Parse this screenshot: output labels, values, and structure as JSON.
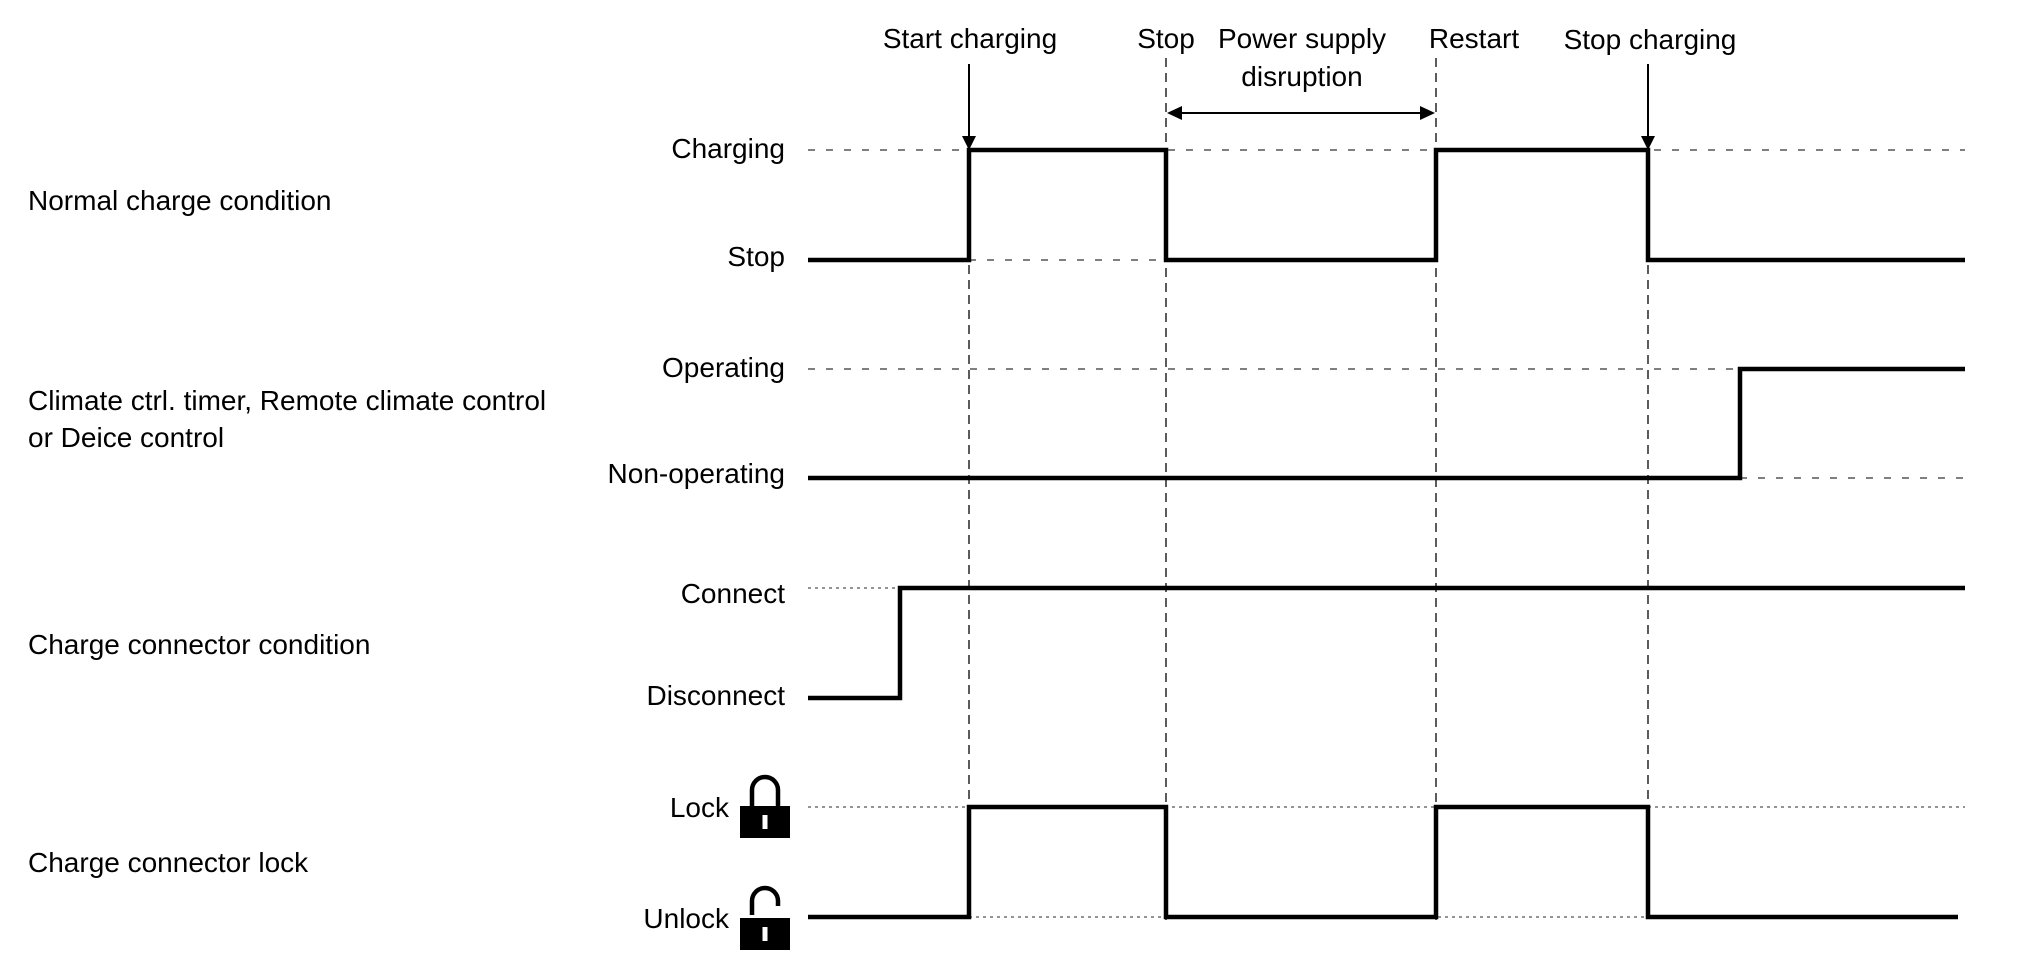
{
  "events": {
    "start_charging": "Start charging",
    "stop": "Stop",
    "power_supply_line1": "Power supply",
    "power_supply_line2": "disruption",
    "restart": "Restart",
    "stop_charging": "Stop charging"
  },
  "signals": {
    "normal_charge": {
      "name": "Normal charge condition",
      "high": "Charging",
      "low": "Stop"
    },
    "climate": {
      "name_line1": "Climate ctrl. timer, Remote climate control",
      "name_line2": "or Deice control",
      "high": "Operating",
      "low": "Non-operating"
    },
    "connector_condition": {
      "name": "Charge connector condition",
      "high": "Connect",
      "low": "Disconnect"
    },
    "connector_lock": {
      "name": "Charge connector lock",
      "high": "Lock",
      "low": "Unlock"
    }
  },
  "icons": {
    "lock": "padlock-closed-icon",
    "unlock": "padlock-open-icon"
  },
  "colors": {
    "line": "#000000",
    "guide": "#555555"
  }
}
